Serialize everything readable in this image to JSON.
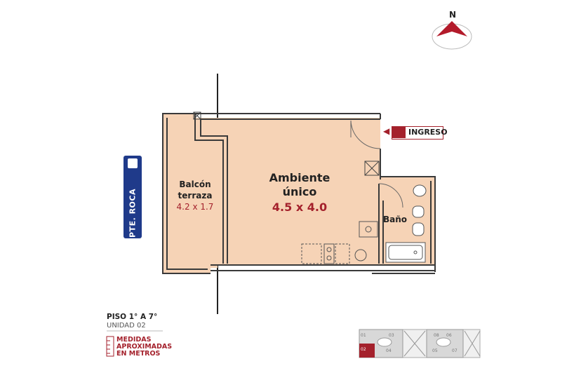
{
  "compass": {
    "label": "N"
  },
  "street": {
    "label": "PTE. ROCA"
  },
  "entrance": {
    "label": "INGRESO"
  },
  "rooms": {
    "main": {
      "line1": "Ambiente",
      "line2": "único",
      "dimensions": "4.5 x 4.0"
    },
    "balcony": {
      "line1": "Balcón",
      "line2": "terraza",
      "dimensions": "4.2 x 1.7"
    },
    "bathroom": {
      "line1": "Baño"
    }
  },
  "info": {
    "floor": "PISO 1° A 7°",
    "unit": "UNIDAD 02"
  },
  "legend": {
    "line1": "MEDIDAS",
    "line2": "APROXIMADAS",
    "line3": "EN METROS"
  },
  "key_plan": {
    "units": [
      "01",
      "02",
      "03",
      "04",
      "05",
      "06",
      "07",
      "08"
    ],
    "highlight": "02"
  },
  "colors": {
    "floor_fill": "#f6d3b6",
    "wall": "#3a3a3a",
    "accent": "#a4212c",
    "street_blue": "#1f3a8a"
  }
}
